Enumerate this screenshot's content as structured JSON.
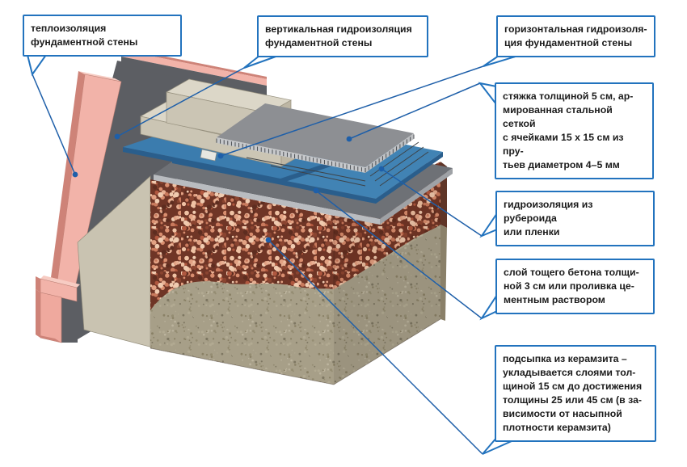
{
  "figure": {
    "type": "construction-cutaway-diagram",
    "subject": "Утепленный пол по керамзитовой подсыпке у фундаментной стены",
    "language": "ru"
  },
  "callouts": [
    {
      "id": "insulation",
      "text": "теплоизоляция\nфундаментной стены"
    },
    {
      "id": "vertical-waterproofing",
      "text": "вертикальная гидроизоляция\nфундаментной стены"
    },
    {
      "id": "horizontal-waterproofing",
      "text": "горизонтальная гидроизоля-\nция фундаментной стены"
    },
    {
      "id": "screed",
      "text": "стяжка толщиной 5 см, ар-\nмированная стальной сеткой\nс ячейками 15 х 15 см из пру-\nтьев диаметром 4–5 мм"
    },
    {
      "id": "roll-waterproofing",
      "text": "гидроизоляция из рубероида\nили пленки"
    },
    {
      "id": "lean-concrete",
      "text": "слой тощего бетона толщи-\nной 3 см или проливка це-\nментным раствором"
    },
    {
      "id": "keramzit-fill",
      "text": "подсыпка из керамзита –\nукладывается слоями тол-\nщиной 15 см до достижения\nтолщины 25 или 45 см (в за-\nвисимости от насыпной\nплотности керамзита)"
    }
  ],
  "colors": {
    "background": "#FFFFFF",
    "callout_border": "#2273BE",
    "leader_line": "#1E5FA9",
    "text": "#1B1B1B",
    "insulation_pink": "#F2B3A9",
    "insulation_pink_light": "#F7CCC3",
    "insulation_pink_mid": "#EFA99E",
    "insulation_pink_dark": "#CE8378",
    "waterproofing_dark": "#5C5E63",
    "concrete_face": "#CBC5B4",
    "concrete_top": "#DCD7C8",
    "concrete_side": "#BDB6A4",
    "concrete_column": "#C9C3B1",
    "membrane_blue": "#4183B4",
    "membrane_blue_dark": "#2A5E8C",
    "flap_blue": "#3B7CAE",
    "screed_gray": "#8D8F93",
    "screed_edge": "#C6C8CB",
    "screed_edge_side": "#BDBFC2",
    "lean_gray": "#6E7176",
    "lean_edge": "#B9BCC0",
    "lean_edge_side": "#9FA2A6",
    "keramzit_base": "#6F3526",
    "keramzit_dots": [
      "#E8B093",
      "#C97A5D",
      "#D98E6F",
      "#F0CBB0",
      "#B0583F",
      "#8A4430",
      "#5E2D20",
      "#E2A183",
      "#EFC2A4"
    ],
    "soil_base": "#A79F88",
    "soil_dots": [
      "#958D73",
      "#BCB49E",
      "#8A8166",
      "#B2AA92",
      "#7E7762"
    ],
    "mesh_dark": "#3E4246"
  }
}
